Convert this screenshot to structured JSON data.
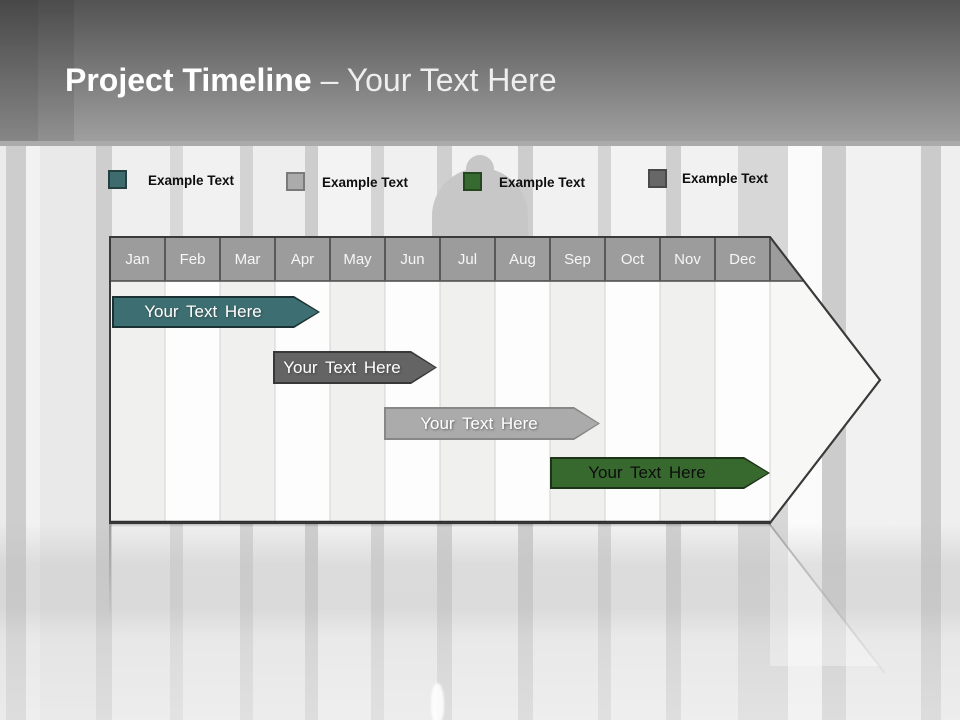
{
  "slide": {
    "title_bold": "Project Timeline",
    "title_suffix": "– Your Text Here"
  },
  "legend": {
    "items": [
      {
        "label": "Example Text",
        "color": "#3d6b6e",
        "border": "#263f41"
      },
      {
        "label": "Example Text",
        "color": "#ababab",
        "border": "#7a7a7a"
      },
      {
        "label": "Example Text",
        "color": "#376a31",
        "border": "#24471f"
      },
      {
        "label": "Example Text",
        "color": "#676767",
        "border": "#494949"
      }
    ]
  },
  "timeline": {
    "months": [
      "Jan",
      "Feb",
      "Mar",
      "Apr",
      "May",
      "Jun",
      "Jul",
      "Aug",
      "Sep",
      "Oct",
      "Nov",
      "Dec"
    ],
    "header_color": "#9c9c9c",
    "bars": [
      {
        "label": "Your Text Here",
        "color": "#3d6f72",
        "border_color": "#1c3133",
        "text_color": "#ffffff",
        "start_month": "Jan",
        "end_month": "Apr"
      },
      {
        "label": "Your Text Here",
        "color": "#646464",
        "border_color": "#383838",
        "text_color": "#ffffff",
        "start_month": "Apr",
        "end_month": "Jun"
      },
      {
        "label": "Your Text Here",
        "color": "#ababab",
        "border_color": "#878787",
        "text_color": "#ffffff",
        "start_month": "Jun",
        "end_month": "Sep"
      },
      {
        "label": "Your Text Here",
        "color": "#37692f",
        "border_color": "#1c3317",
        "text_color": "#0d0d0d",
        "start_month": "Sep",
        "end_month": "Dec"
      }
    ]
  }
}
